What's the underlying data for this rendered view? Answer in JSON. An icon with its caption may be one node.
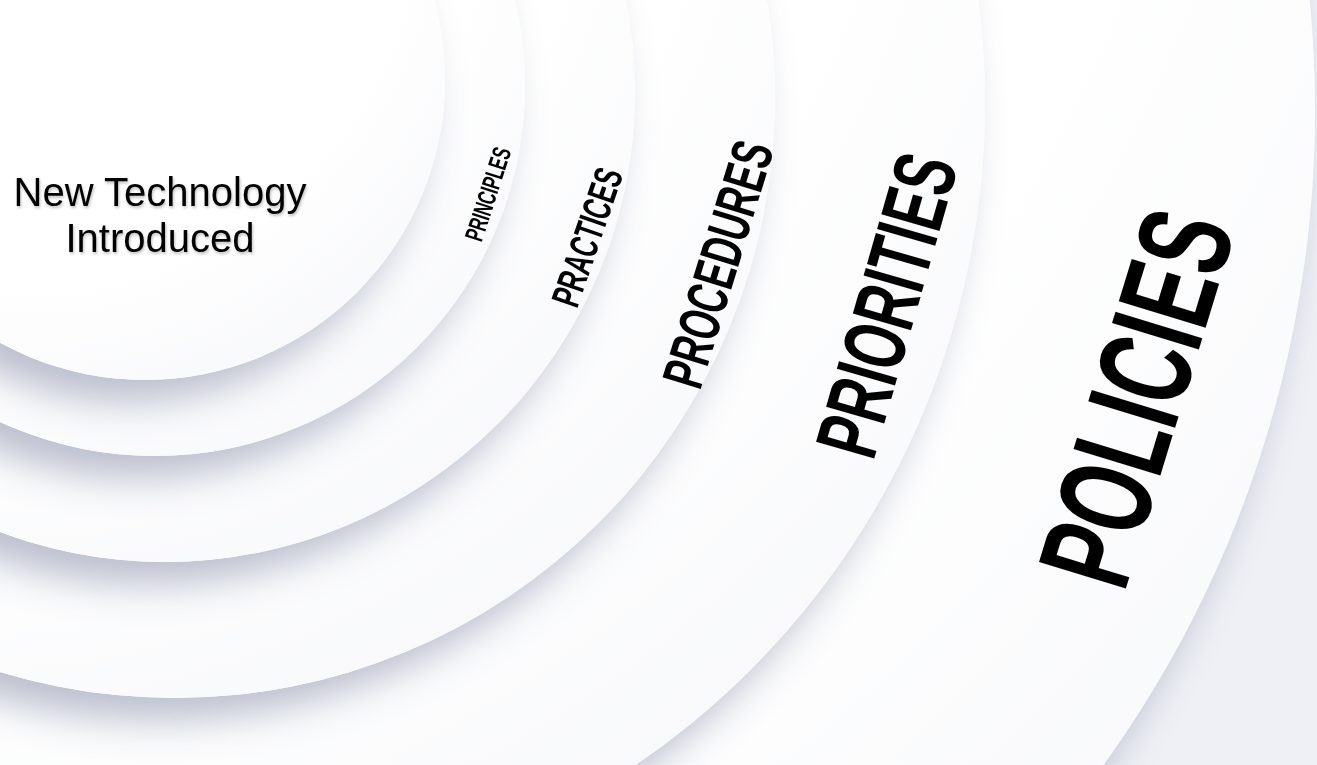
{
  "diagram": {
    "nodes": [
      {
        "text": [
          "New Technology Introduced"
        ],
        "in": 1
      },
      {
        "text": [
          "PRINCIPLES"
        ],
        "in": 2
      },
      {
        "text": [
          "PRACTICES"
        ],
        "in": 3
      },
      {
        "text": [
          "PROCEDURES"
        ],
        "in": 4
      },
      {
        "text": [
          "PRIORITIES"
        ],
        "in": 5
      },
      {
        "text": [
          "POLICIES"
        ]
      }
    ],
    "edges": []
  }
}
